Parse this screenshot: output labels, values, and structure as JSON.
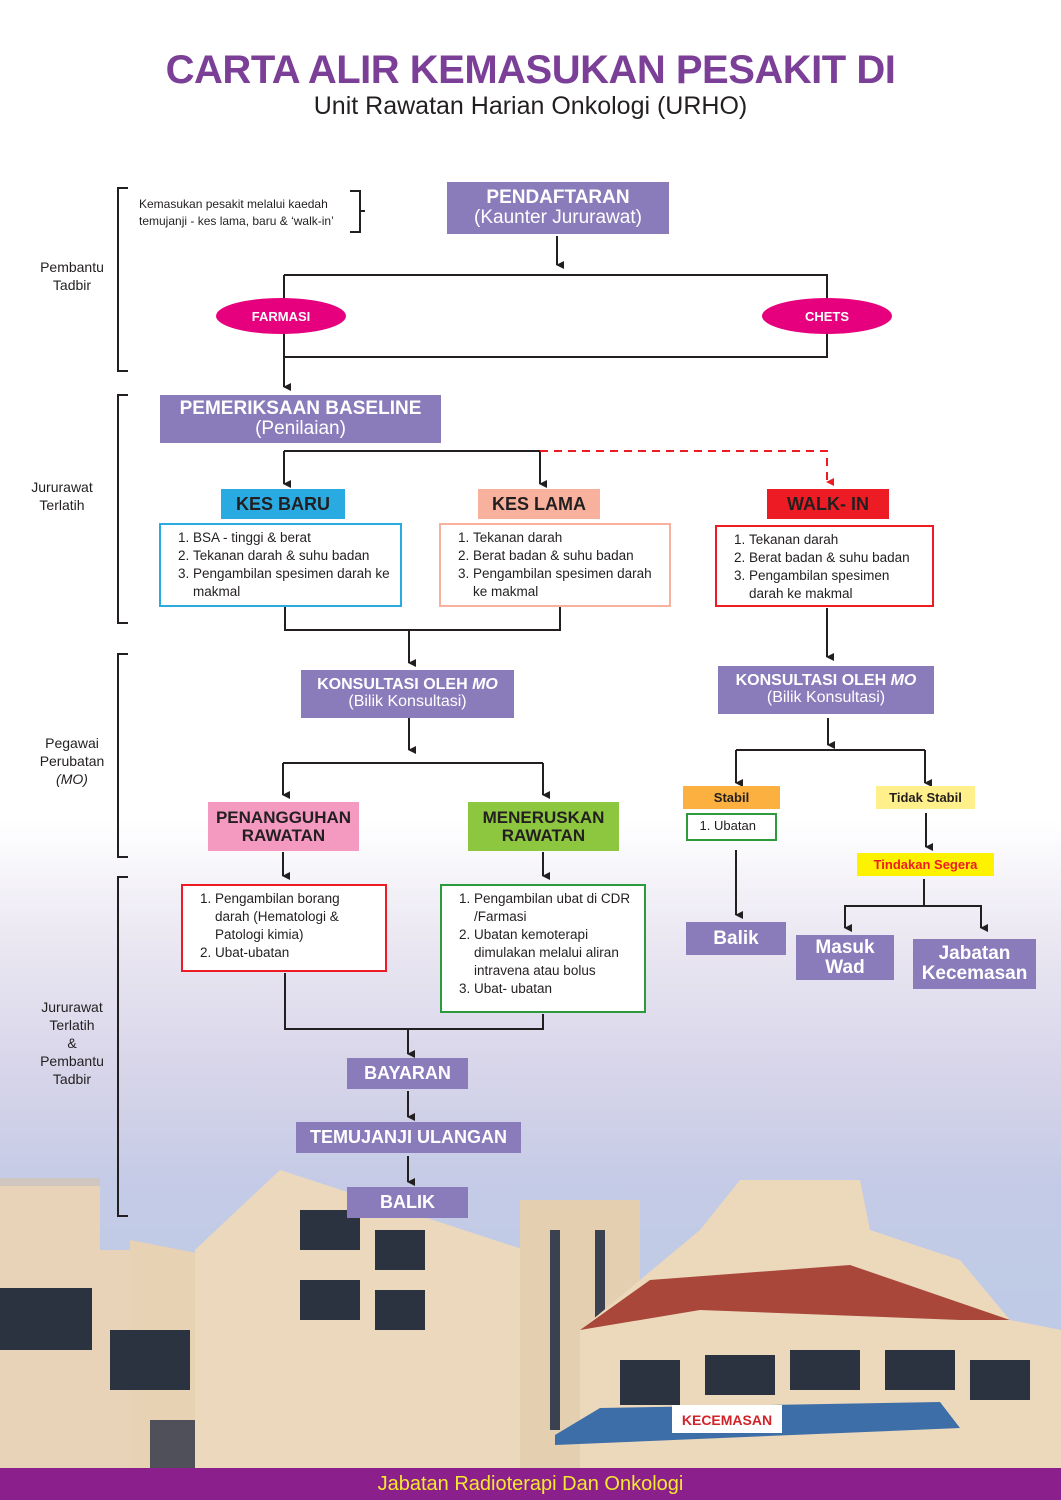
{
  "header": {
    "title": "CARTA ALIR KEMASUKAN PESAKIT DI",
    "subtitle": "Unit  Rawatan Harian Onkologi (URHO)"
  },
  "roles": {
    "pembantu_tadbir": [
      "Pembantu",
      "Tadbir"
    ],
    "jururawat_terlatih": [
      "Jururawat",
      "Terlatih"
    ],
    "pegawai_perubatan": [
      "Pegawai",
      "Perubatan",
      "(MO)"
    ],
    "jururawat_pembantu": [
      "Jururawat",
      "Terlatih",
      "&",
      "Pembantu",
      "Tadbir"
    ]
  },
  "note": [
    "Kemasukan pesakit melalui kaedah",
    "temujanji - kes lama, baru & ‘walk-in’"
  ],
  "pendaftaran": {
    "title": "PENDAFTARAN",
    "sub": "(Kaunter Jururawat)"
  },
  "farmasi": "FARMASI",
  "chets": "CHETS",
  "baseline": {
    "title": "PEMERIKSAAN BASELINE",
    "sub": "(Penilaian)"
  },
  "kes_baru": {
    "title": "KES BARU",
    "items": [
      "BSA - tinggi & berat",
      "Tekanan darah & suhu badan",
      "Pengambilan spesimen darah ke makmal"
    ]
  },
  "kes_lama": {
    "title": "KES LAMA",
    "items": [
      "Tekanan darah",
      "Berat badan & suhu badan",
      "Pengambilan spesimen darah ke makmal"
    ]
  },
  "walk_in": {
    "title": "WALK- IN",
    "items": [
      "Tekanan darah",
      "Berat badan & suhu badan",
      "Pengambilan spesimen darah ke makmal"
    ]
  },
  "konsultasi_left": {
    "title": "KONSULTASI OLEH",
    "title_italic": "MO",
    "sub": "(Bilik Konsultasi)"
  },
  "konsultasi_right": {
    "title": "KONSULTASI OLEH",
    "title_italic": "MO",
    "sub": "(Bilik Konsultasi)"
  },
  "penangguhan": {
    "title": [
      "PENANGGUHAN",
      "RAWATAN"
    ],
    "items": [
      "Pengambilan borang darah (Hematologi & Patologi kimia)",
      "Ubat-ubatan"
    ]
  },
  "meneruskan": {
    "title": [
      "MENERUSKAN",
      "RAWATAN"
    ],
    "items": [
      "Pengambilan ubat di CDR /Farmasi",
      "Ubatan kemoterapi dimulakan melalui aliran intravena atau bolus",
      "Ubat- ubatan"
    ]
  },
  "stabil": {
    "title": "Stabil",
    "items": [
      "Ubatan"
    ]
  },
  "tidak_stabil": "Tidak Stabil",
  "tindakan_segera": "Tindakan Segera",
  "balik_right": "Balik",
  "masuk_wad": [
    "Masuk",
    "Wad"
  ],
  "jabatan_kecemasan": [
    "Jabatan",
    "Kecemasan"
  ],
  "bayaran": "BAYARAN",
  "temujanji": "TEMUJANJI ULANGAN",
  "balik": "BALIK",
  "building_sign": "KECEMASAN",
  "footer": "Jabatan Radioterapi Dan Onkologi",
  "colors": {
    "title_purple": "#7b3f98",
    "box_purple": "#8a7cbb",
    "kes_baru": "#29abe2",
    "kes_lama": "#f7b19c",
    "walk_in": "#ed1c24",
    "penangguhan": "#f49ac1",
    "meneruskan": "#8dc63f",
    "stabil": "#fbb040",
    "tidak_stabil": "#fff08c",
    "tindakan_segera": "#fff200",
    "ellipse": "#e6007e",
    "footer_bg": "#8b1f8c",
    "footer_text": "#f5e82e"
  }
}
